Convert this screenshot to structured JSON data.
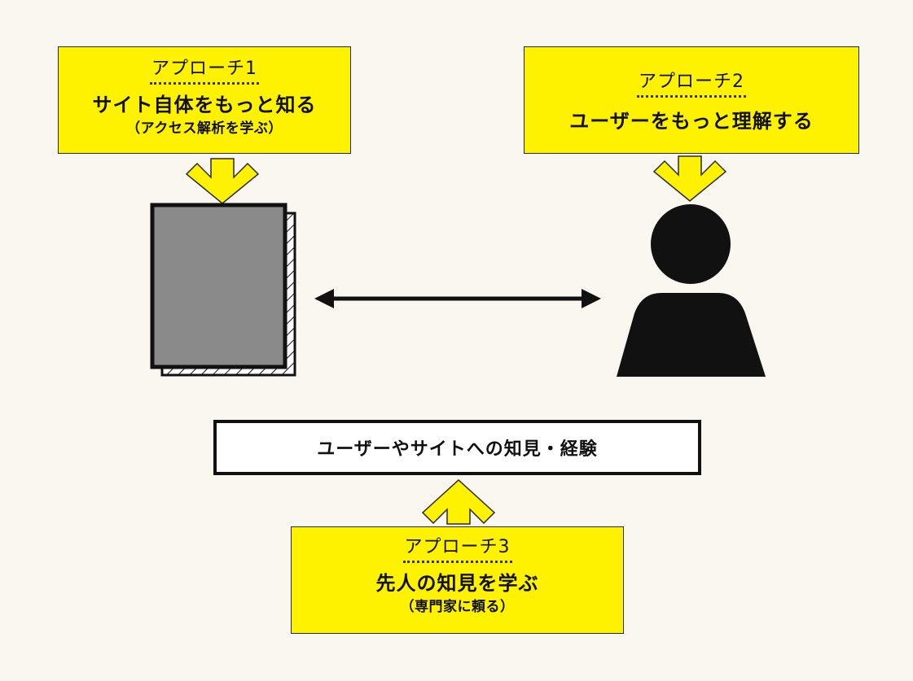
{
  "approach1": {
    "label": "アプローチ1",
    "title": "サイト自体をもっと知る",
    "subtitle": "（アクセス解析を学ぶ）"
  },
  "approach2": {
    "label": "アプローチ2",
    "title": "ユーザーをもっと理解する"
  },
  "approach3": {
    "label": "アプローチ3",
    "title": "先人の知見を学ぶ",
    "subtitle": "（専門家に頼る）"
  },
  "knowledge": {
    "text": "ユーザーやサイトへの知見・経験"
  },
  "colors": {
    "background": "#faf7f0",
    "highlight": "#fff200",
    "document": "#8a8a8a",
    "ink": "#111111"
  },
  "icons": [
    "document-stack-icon",
    "user-silhouette-icon",
    "double-headed-arrow-icon",
    "down-arrow-icon",
    "up-arrow-icon"
  ]
}
